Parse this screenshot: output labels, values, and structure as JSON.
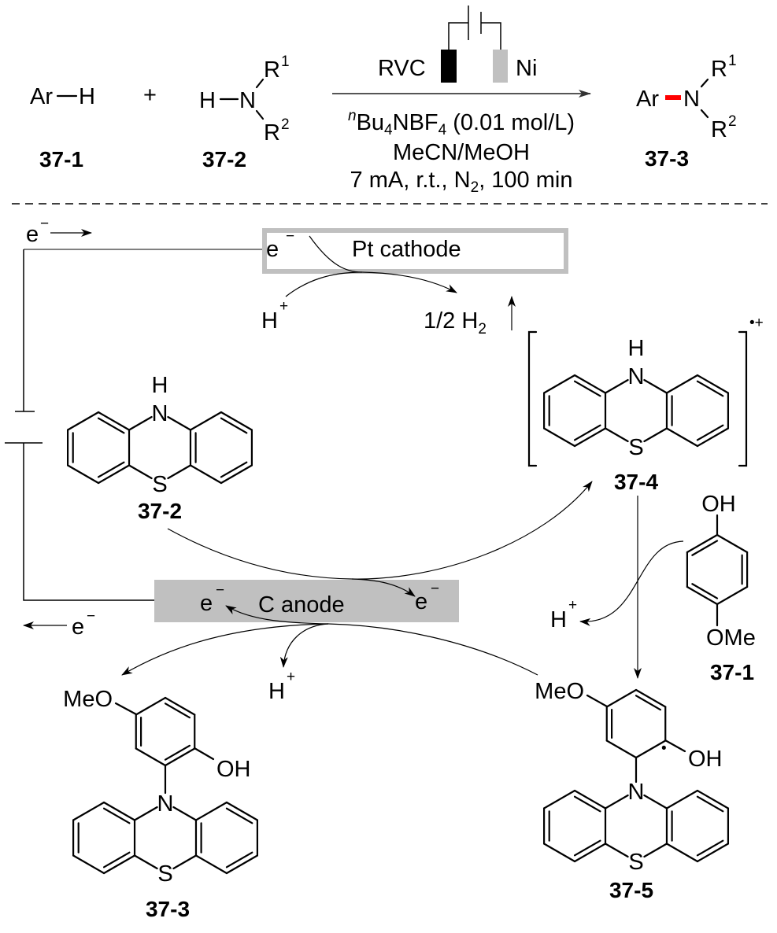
{
  "colors": {
    "bond": "#000000",
    "highlight_bond": "#ff0000",
    "anode_fill": "#c0c0c0",
    "cathode_border": "#c0c0c0",
    "rvc_electrode": "#000000",
    "ni_electrode": "#c0c0c0",
    "arrow": "#555555"
  },
  "equation": {
    "reactant1": {
      "ar": "Ar",
      "h": "H",
      "label": "37-1"
    },
    "plus": "+",
    "reactant2": {
      "h": "H",
      "n": "N",
      "r1": "R",
      "r1_sup": "1",
      "r2": "R",
      "r2_sup": "2",
      "label": "37-2"
    },
    "electrodes": {
      "anode": "RVC",
      "cathode": "Ni"
    },
    "conditions": {
      "line1": {
        "prefix_sup": "n",
        "a": "Bu",
        "a_sub": "4",
        "b": "NBF",
        "b_sub": "4",
        "c": " (0.01 mol/L)"
      },
      "line2": "MeCN/MeOH",
      "line3": {
        "a": "7 mA, r.t., N",
        "a_sub": "2",
        "b": ", 100 min"
      }
    },
    "product": {
      "ar": "Ar",
      "n": "N",
      "r1": "R",
      "r1_sup": "1",
      "r2": "R",
      "r2_sup": "2",
      "label": "37-3"
    }
  },
  "mechanism": {
    "electron_in": {
      "e": "e",
      "charge": "−"
    },
    "cathode": {
      "e": "e",
      "charge": "−",
      "label": "Pt cathode"
    },
    "proton_cathode": {
      "h": "H",
      "charge": "+"
    },
    "hydrogen": {
      "text": "1/2 H",
      "sub": "2"
    },
    "anode": {
      "e_left": "e",
      "e_right": "e",
      "charge": "−",
      "label": "C anode"
    },
    "electron_out": {
      "e": "e",
      "charge": "−"
    },
    "proton_left": {
      "h": "H",
      "charge": "+"
    },
    "proton_right": {
      "h": "H",
      "charge": "+"
    },
    "c37_2": {
      "h": "H",
      "n": "N",
      "s": "S",
      "label": "37-2"
    },
    "c37_4": {
      "h": "H",
      "n": "N",
      "s": "S",
      "label": "37-4",
      "charge": "•+"
    },
    "c37_1": {
      "oh": "OH",
      "ome": "OMe",
      "label": "37-1"
    },
    "c37_5": {
      "meo": "MeO",
      "oh": "OH",
      "n": "N",
      "s": "S",
      "label": "37-5",
      "radical": "•"
    },
    "c37_3": {
      "meo": "MeO",
      "oh": "OH",
      "n": "N",
      "s": "S",
      "label": "37-3"
    }
  }
}
